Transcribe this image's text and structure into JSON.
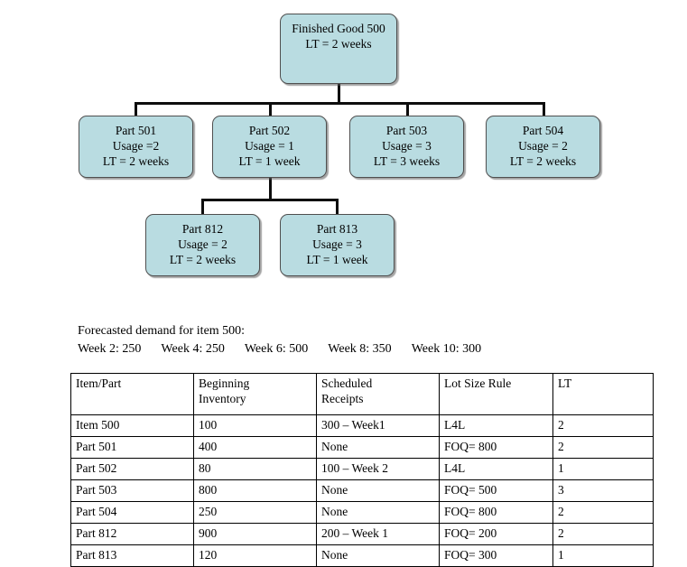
{
  "tree": {
    "root": {
      "lines": [
        "Finished Good 500",
        "LT = 2 weeks"
      ]
    },
    "level2": [
      {
        "lines": [
          "Part 501",
          "Usage =2",
          "LT = 2 weeks"
        ]
      },
      {
        "lines": [
          "Part 502",
          "Usage = 1",
          "LT = 1 week"
        ]
      },
      {
        "lines": [
          "Part 503",
          "Usage = 3",
          "LT = 3 weeks"
        ]
      },
      {
        "lines": [
          "Part 504",
          "Usage = 2",
          "LT = 2 weeks"
        ]
      }
    ],
    "level3": [
      {
        "lines": [
          "Part 812",
          "Usage = 2",
          "LT = 2 weeks"
        ]
      },
      {
        "lines": [
          "Part 813",
          "Usage = 3",
          "LT = 1 week"
        ]
      }
    ],
    "box_fill": "#b9dce1",
    "box_border": "#4f4f4f",
    "connector_color": "#0d0d0d"
  },
  "forecast": {
    "title": "Forecasted demand for item 500:",
    "weeks": [
      "Week 2: 250",
      "Week 4: 250",
      "Week 6: 500",
      "Week 8: 350",
      "Week 10: 300"
    ]
  },
  "table": {
    "headers": [
      "Item/Part",
      "Beginning Inventory",
      "Scheduled Receipts",
      "Lot Size Rule",
      "LT"
    ],
    "rows": [
      [
        "Item 500",
        "100",
        "300 – Week1",
        "L4L",
        "2"
      ],
      [
        "Part 501",
        "400",
        "None",
        "FOQ= 800",
        "2"
      ],
      [
        "Part 502",
        "80",
        "100 – Week 2",
        "L4L",
        "1"
      ],
      [
        "Part 503",
        "800",
        "None",
        "FOQ= 500",
        "3"
      ],
      [
        "Part 504",
        "250",
        "None",
        "FOQ= 800",
        "2"
      ],
      [
        "Part 812",
        "900",
        "200 – Week 1",
        "FOQ= 200",
        "2"
      ],
      [
        "Part 813",
        "120",
        "None",
        "FOQ= 300",
        "1"
      ]
    ]
  }
}
